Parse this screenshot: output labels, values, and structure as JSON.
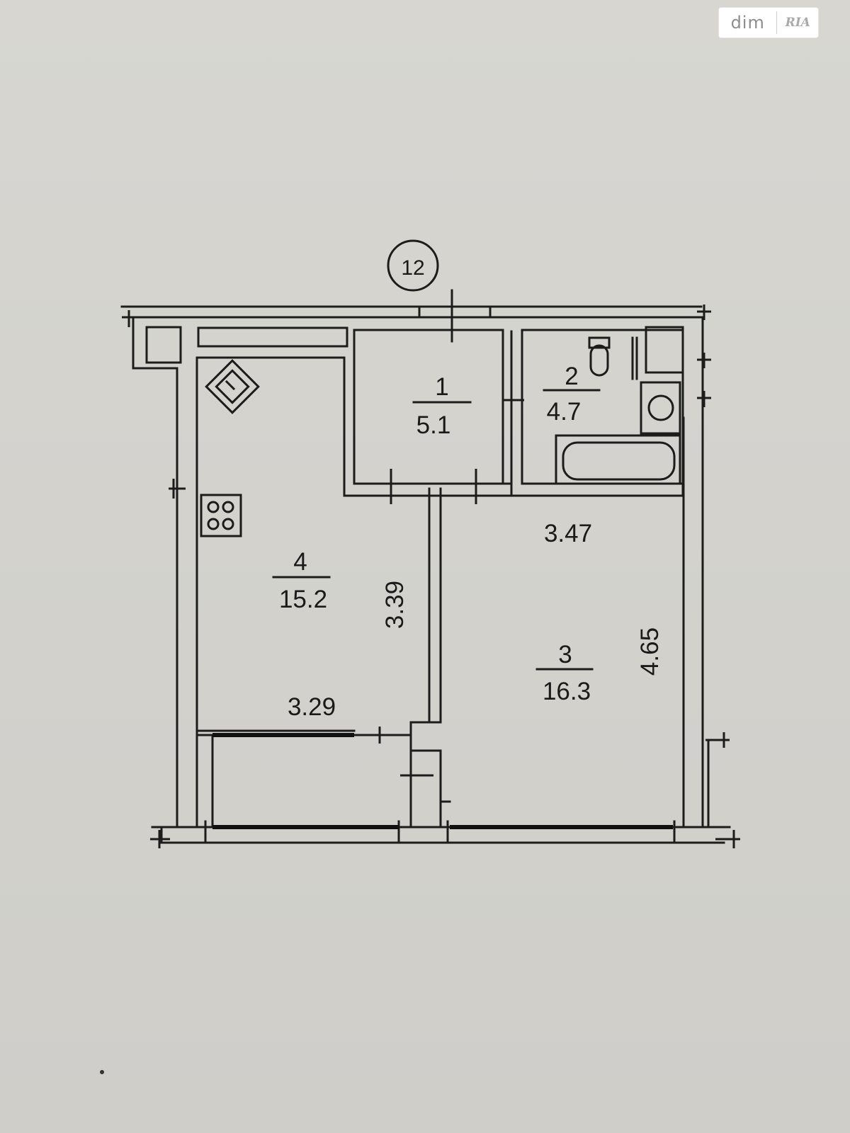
{
  "watermark": {
    "brand_left": "dim",
    "brand_right": "RIA"
  },
  "axis_marker": "12",
  "rooms": [
    {
      "number": "1",
      "area": "5.1"
    },
    {
      "number": "2",
      "area": "4.7"
    },
    {
      "number": "3",
      "area": "16.3"
    },
    {
      "number": "4",
      "area": "15.2"
    }
  ],
  "dimensions": {
    "room3_width": "3.47",
    "room3_length": "4.65",
    "room4_length": "3.39",
    "room4_width": "3.29"
  }
}
